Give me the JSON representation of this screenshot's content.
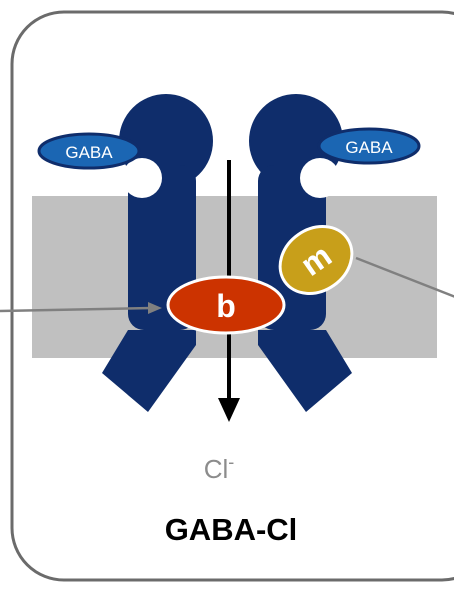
{
  "diagram": {
    "title": "GABA-Cl",
    "ion_label": "Cl",
    "ion_charge": "-",
    "ligands": [
      "GABA",
      "GABA"
    ],
    "sites": [
      {
        "label": "b",
        "color": "#cc3300"
      },
      {
        "label": "m",
        "color": "#c89f1a"
      }
    ],
    "colors": {
      "frame_stroke": "#6b6b6b",
      "membrane": "#c0c0c0",
      "channel": "#0f2d6b",
      "ligand": "#1b66b3",
      "arrow": "#000000",
      "pointer": "#808080",
      "ion_text": "#8c8c8c",
      "title_text": "#000000"
    }
  }
}
